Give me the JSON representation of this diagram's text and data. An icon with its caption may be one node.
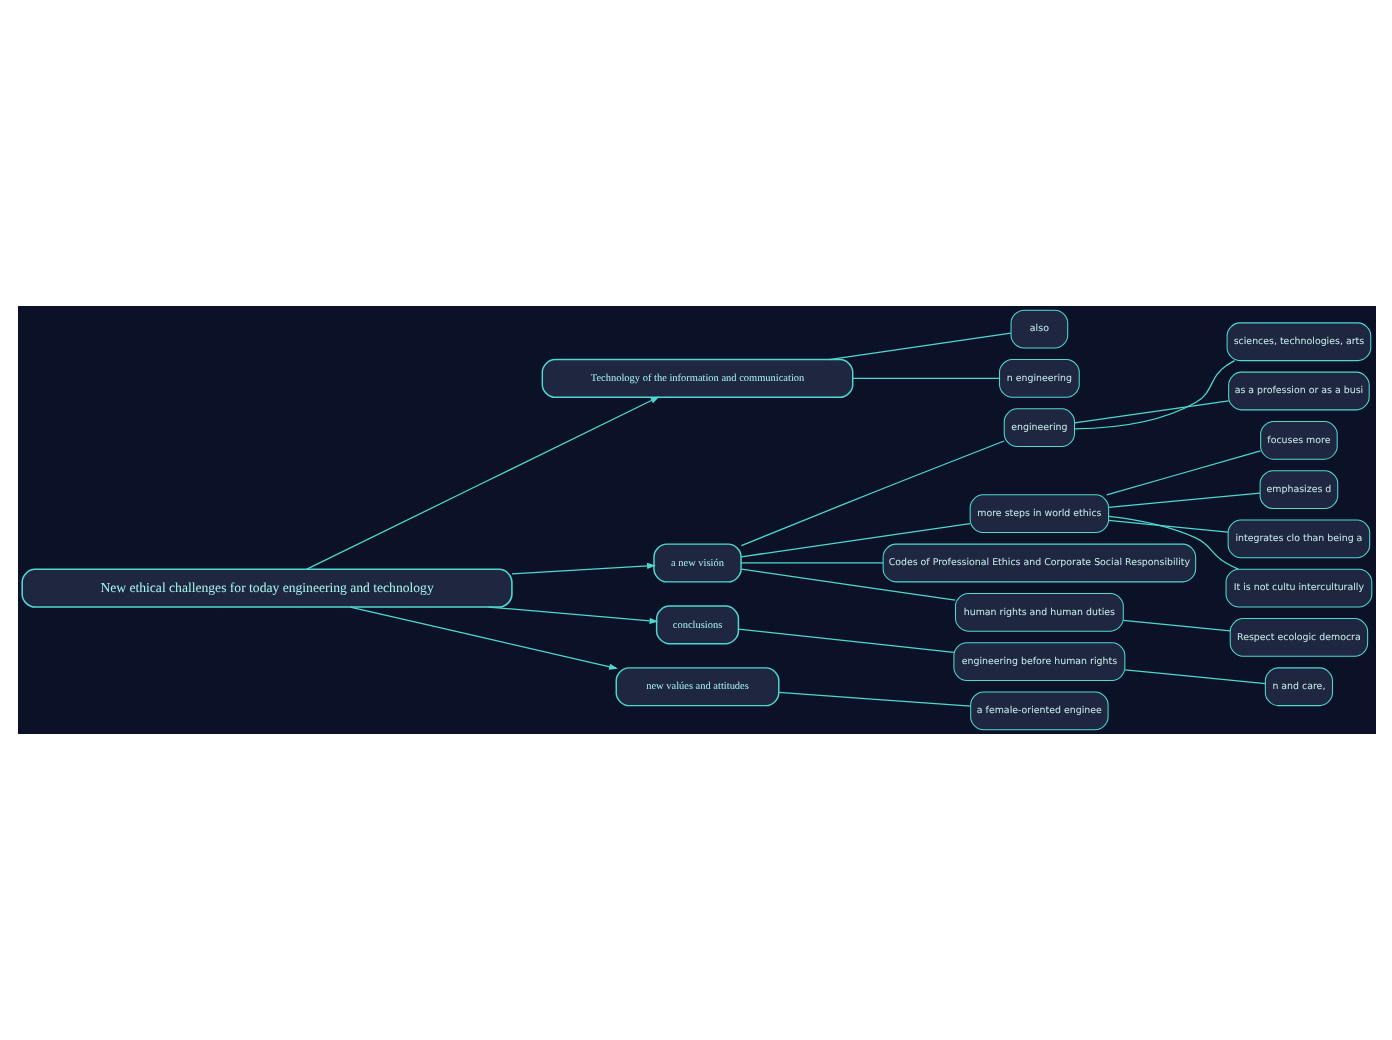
{
  "diagram": {
    "nodes": [
      {
        "text": [
          "New ethical challenges for today engineering and technology"
        ]
      },
      {
        "text": [
          "Technology of the information and communication"
        ]
      },
      {
        "text": [
          "also"
        ]
      },
      {
        "text": [
          "n engineering"
        ]
      },
      {
        "text": [
          "a new visión"
        ]
      },
      {
        "text": [
          "engineering"
        ]
      },
      {
        "text": [
          "sciences, technologies, arts"
        ]
      },
      {
        "text": [
          "as a profession or as a busi"
        ]
      },
      {
        "text": [
          "more steps in world ethics"
        ]
      },
      {
        "text": [
          "focuses more"
        ]
      },
      {
        "text": [
          "emphasizes d"
        ]
      },
      {
        "text": [
          "integrates clo than being a"
        ]
      },
      {
        "text": [
          "It is not cultu interculturally"
        ]
      },
      {
        "text": [
          "Codes of Professional Ethics and Corporate Social Responsibility"
        ]
      },
      {
        "text": [
          "human rights and human duties"
        ]
      },
      {
        "text": [
          "Respect ecologic democra"
        ]
      },
      {
        "text": [
          "conclusions"
        ]
      },
      {
        "text": [
          "engineering before human rights"
        ]
      },
      {
        "text": [
          "n and care,"
        ]
      },
      {
        "text": [
          "new valúes and attitudes"
        ]
      },
      {
        "text": [
          "a female-oriented enginee"
        ]
      }
    ],
    "edges": [
      {
        "from": 0,
        "to": 1,
        "arrow": "to"
      },
      {
        "from": 1,
        "to": 2,
        "arrow": "none"
      },
      {
        "from": 1,
        "to": 3,
        "arrow": "none"
      },
      {
        "from": 0,
        "to": 4,
        "arrow": "to"
      },
      {
        "from": 4,
        "to": 5,
        "arrow": "none"
      },
      {
        "from": 5,
        "to": 6,
        "arrow": "none"
      },
      {
        "from": 5,
        "to": 7,
        "arrow": "none"
      },
      {
        "from": 4,
        "to": 8,
        "arrow": "none"
      },
      {
        "from": 8,
        "to": 9,
        "arrow": "none"
      },
      {
        "from": 8,
        "to": 10,
        "arrow": "none"
      },
      {
        "from": 8,
        "to": 11,
        "arrow": "none"
      },
      {
        "from": 8,
        "to": 12,
        "arrow": "none"
      },
      {
        "from": 4,
        "to": 13,
        "arrow": "none"
      },
      {
        "from": 4,
        "to": 14,
        "arrow": "none"
      },
      {
        "from": 14,
        "to": 15,
        "arrow": "none"
      },
      {
        "from": 0,
        "to": 16,
        "arrow": "to"
      },
      {
        "from": 16,
        "to": 17,
        "arrow": "none"
      },
      {
        "from": 17,
        "to": 18,
        "arrow": "none"
      },
      {
        "from": 0,
        "to": 19,
        "arrow": "to"
      },
      {
        "from": 19,
        "to": 20,
        "arrow": "none"
      }
    ]
  }
}
